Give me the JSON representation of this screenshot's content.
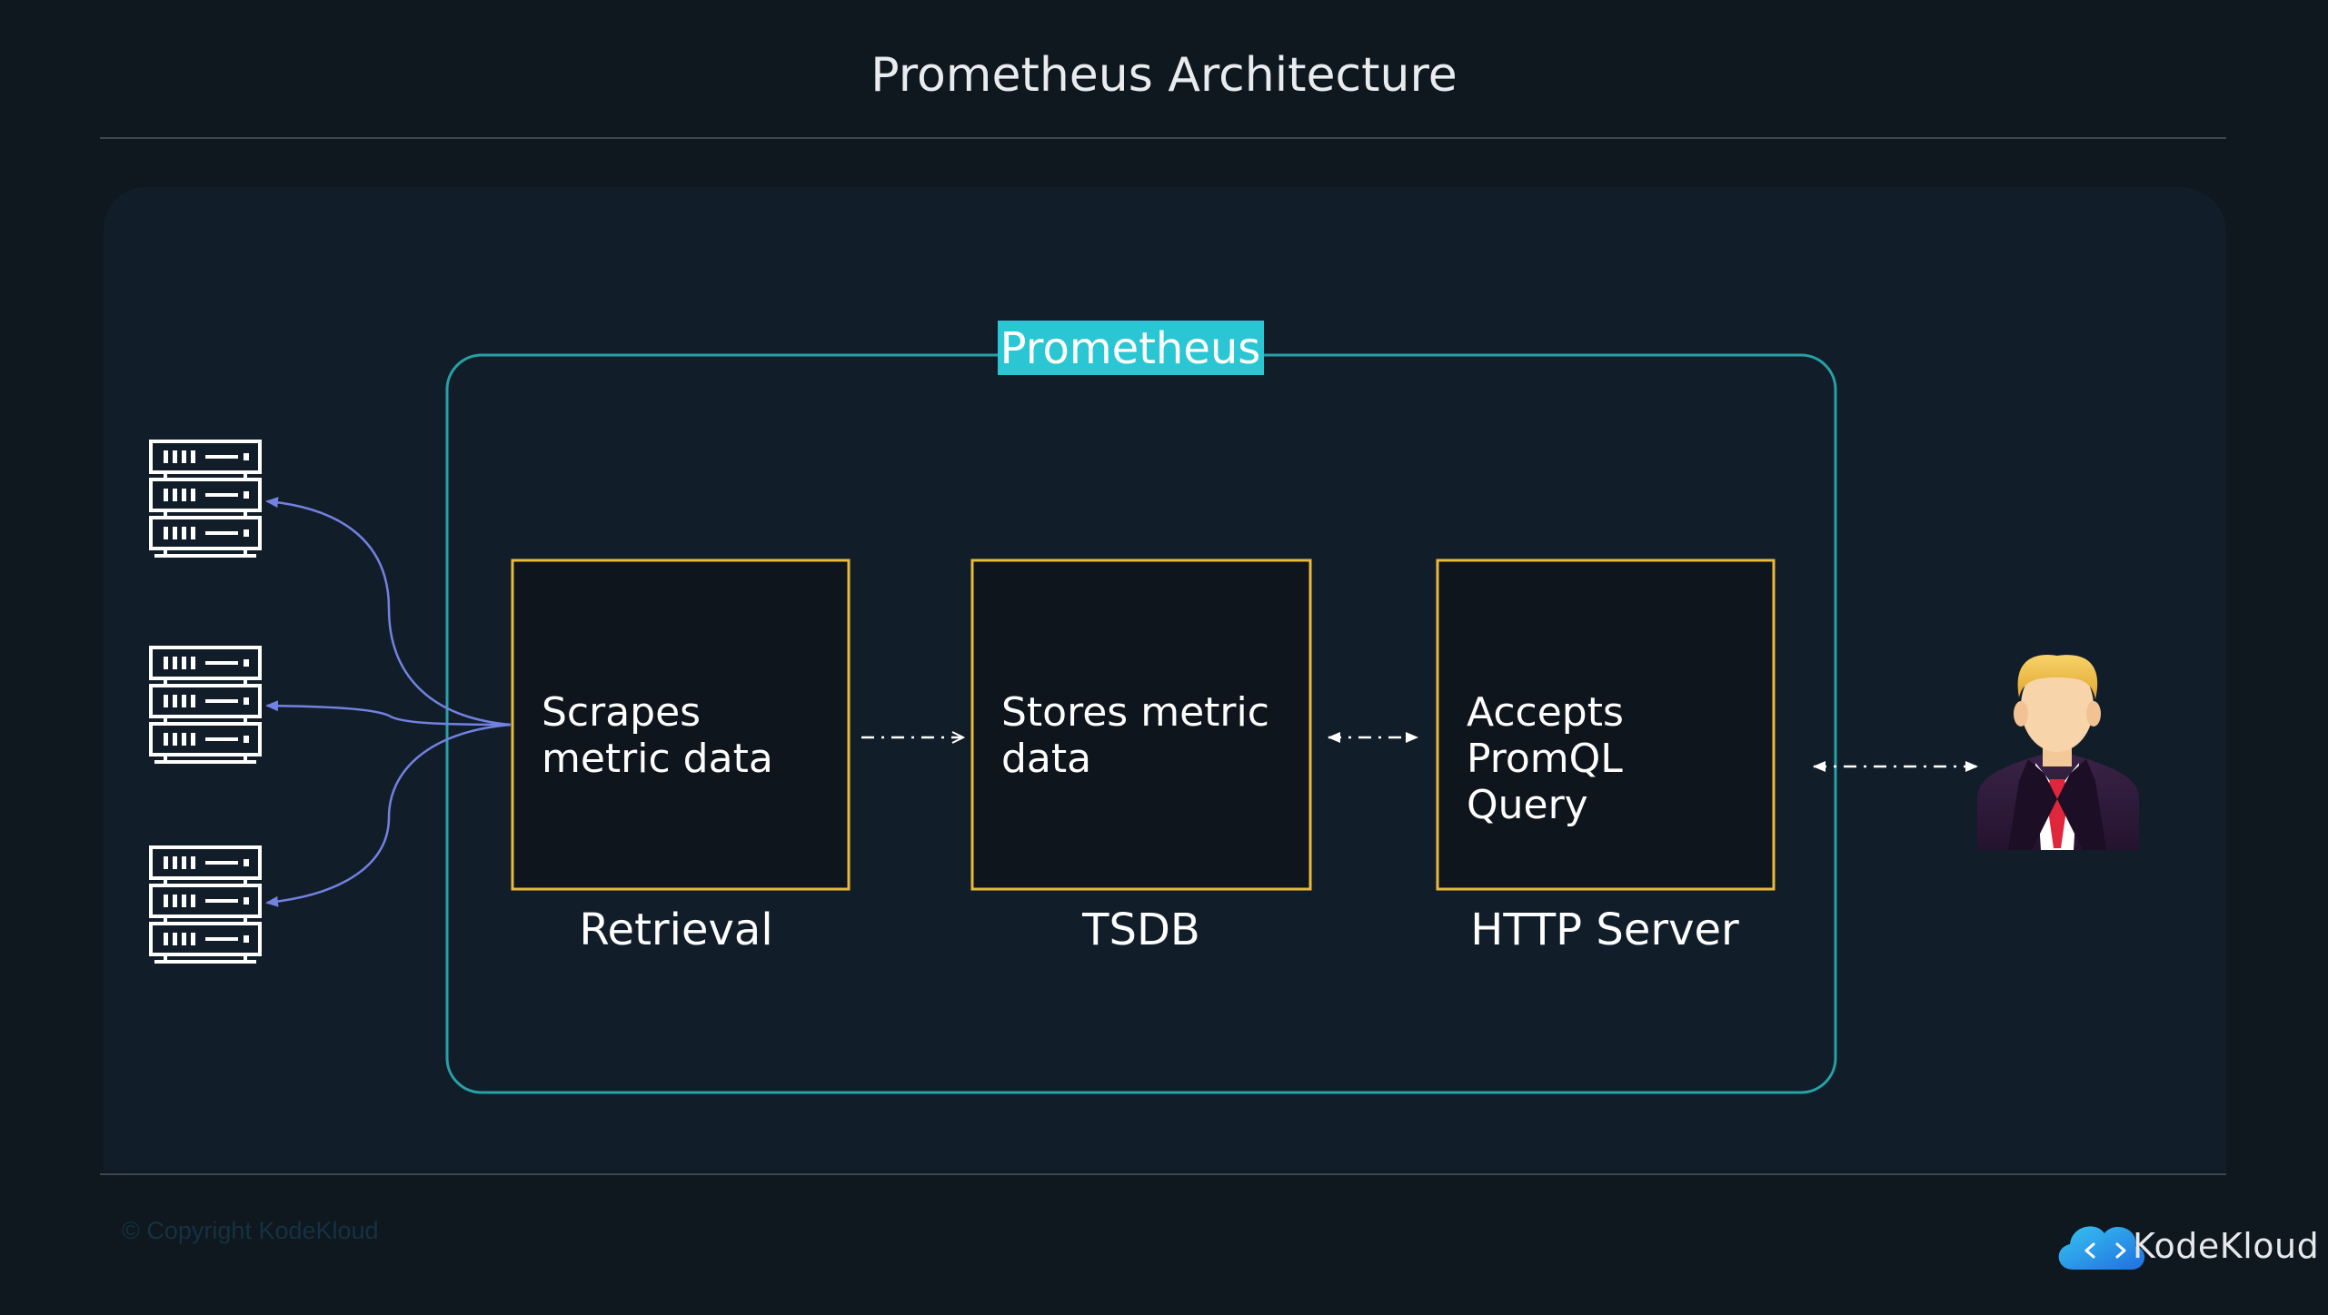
{
  "slide": {
    "title": "Prometheus Architecture",
    "copyright": "© Copyright KodeKloud",
    "brand": "KodeKloud"
  },
  "prometheus_group": {
    "label": "Prometheus"
  },
  "components": [
    {
      "desc_lines": [
        "Scrapes",
        "metric data"
      ],
      "caption": "Retrieval"
    },
    {
      "desc_lines": [
        "Stores metric",
        "data"
      ],
      "caption": "TSDB"
    },
    {
      "desc_lines": [
        "Accepts",
        "PromQL",
        "Query"
      ],
      "caption": "HTTP Server"
    }
  ],
  "icons": {
    "targets": [
      "server-icon",
      "server-icon",
      "server-icon"
    ],
    "user": "user-icon",
    "brand": "kodekloud-logo-icon"
  },
  "colors": {
    "background": "#0f171f",
    "panel": "#111e2a",
    "group_border": "#27a1a6",
    "label_bg": "#2bc6d4",
    "component_border": "#e8b93a",
    "component_fill": "#0f151c",
    "target_arrows": "#7381e0",
    "text": "#ffffff"
  }
}
